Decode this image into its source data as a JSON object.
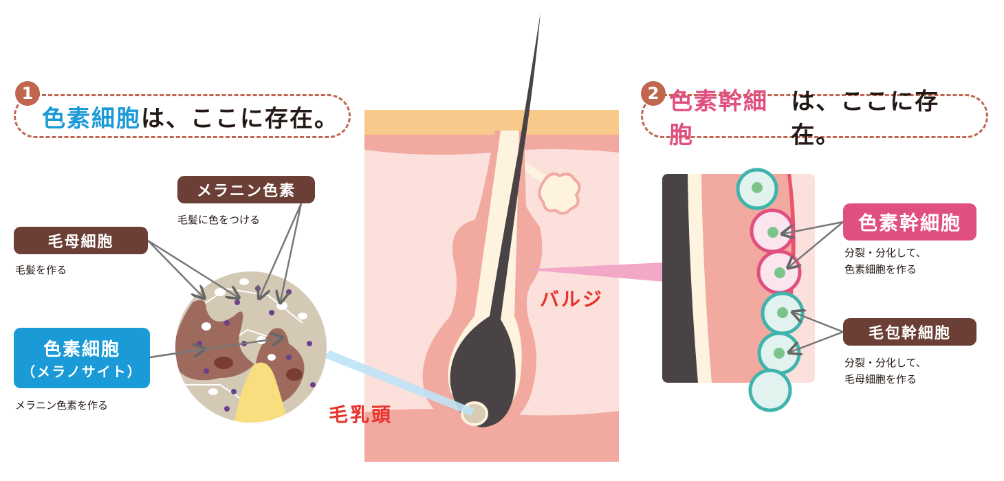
{
  "left_title": {
    "badge": "1",
    "highlight": "色素細胞",
    "rest": "は、ここに存在。"
  },
  "right_title": {
    "badge": "2",
    "highlight": "色素幹細胞",
    "rest": "は、ここに存在。"
  },
  "labels": {
    "melanin": {
      "title": "メラニン色素",
      "note": "毛髪に色をつける"
    },
    "matrix": {
      "title": "毛母細胞",
      "note": "毛髪を作る"
    },
    "melanocyte": {
      "title": "色素細胞",
      "subtitle": "（メラノサイト）",
      "note": "メラニン色素を作る"
    },
    "papilla": "毛乳頭",
    "bulge": "バルジ",
    "melanocyte_stem": {
      "title": "色素幹細胞",
      "note_line1": "分裂・分化して、",
      "note_line2": "色素細胞を作る"
    },
    "follicle_stem": {
      "title": "毛包幹細胞",
      "note_line1": "分裂・分化して、",
      "note_line2": "毛母細胞を作る"
    }
  },
  "colors": {
    "blue": "#1a9ad6",
    "pink": "#e0507e",
    "brown": "#6b3f35",
    "red": "#e8322c",
    "badge": "#c0664f"
  }
}
